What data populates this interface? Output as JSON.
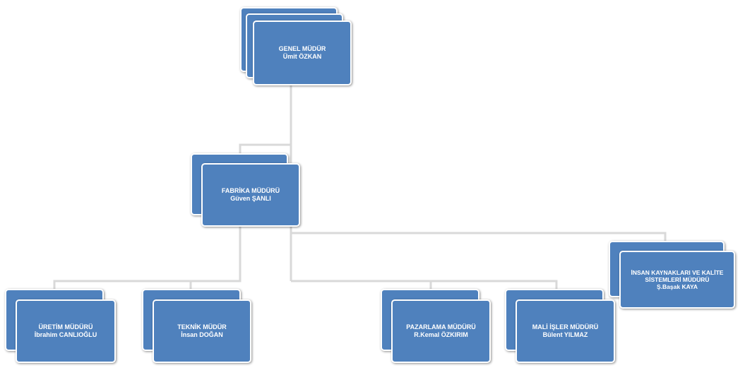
{
  "colors": {
    "box_fill": "#4f81bd",
    "box_border": "#ffffff",
    "connector": "#d9d9d9"
  },
  "org": {
    "ceo": {
      "title": "GENEL MÜDÜR",
      "name": "Ümit ÖZKAN"
    },
    "factory": {
      "title": "FABRİKA MÜDÜRÜ",
      "name": "Güven ŞANLI"
    },
    "production": {
      "title": "ÜRETİM MÜDÜRÜ",
      "name": "İbrahim CANLIOĞLU"
    },
    "technical": {
      "title": "TEKNİK MÜDÜR",
      "name": "İnsan DOĞAN"
    },
    "marketing": {
      "title": "PAZARLAMA MÜDÜRÜ",
      "name": "R.Kemal ÖZKIRIM"
    },
    "finance": {
      "title": "MALİ İŞLER MÜDÜRÜ",
      "name": "Bülent YILMAZ"
    },
    "hr": {
      "title": "İNSAN KAYNAKLARI VE KALİTE SİSTEMLERİ MÜDÜRÜ",
      "name": "Ş.Başak KAYA"
    }
  }
}
